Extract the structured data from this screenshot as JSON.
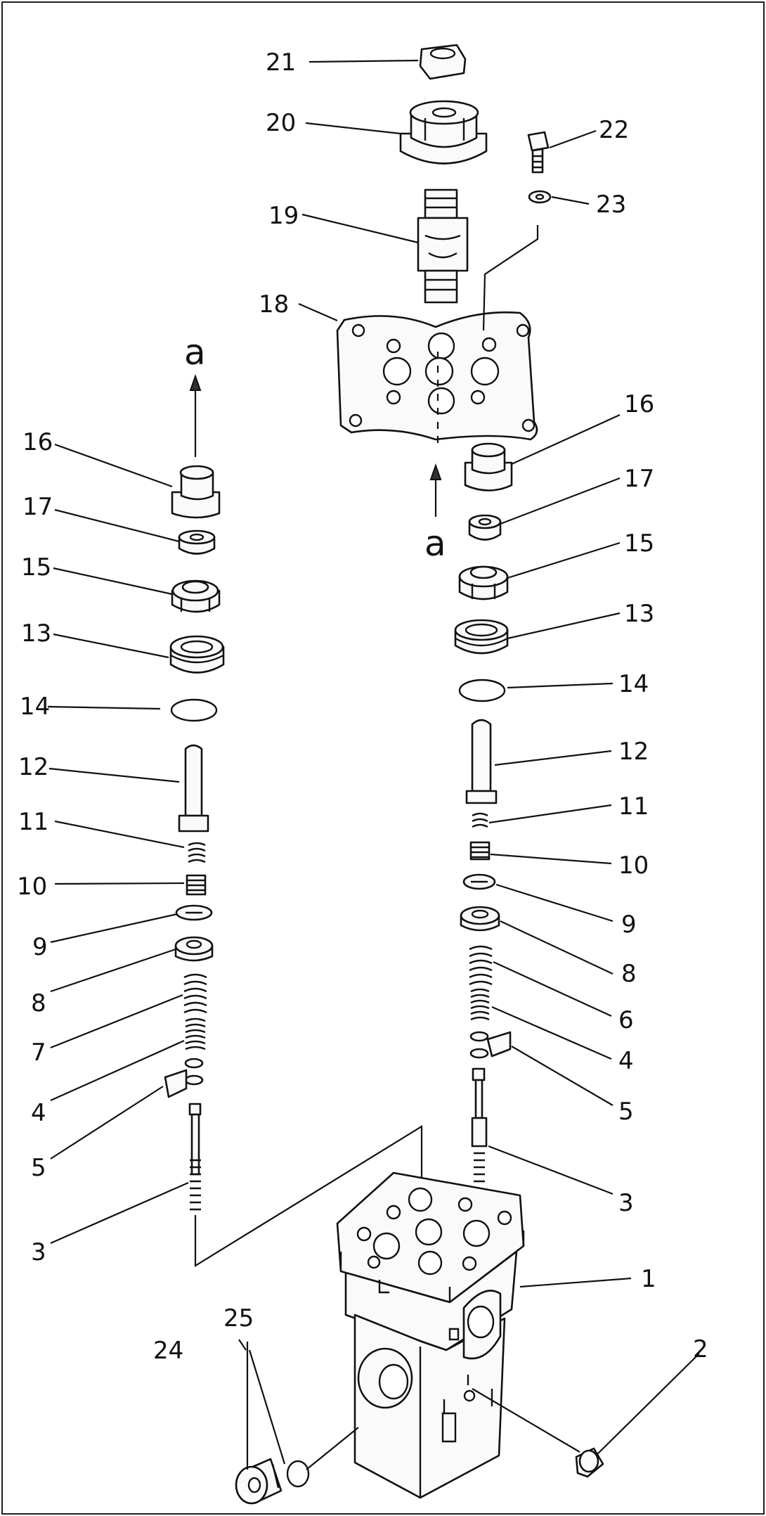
{
  "diagram": {
    "view_marker": "a",
    "callouts": {
      "c1": "1",
      "c2": "2",
      "c3": "3",
      "c4": "4",
      "c5": "5",
      "c6": "6",
      "c7": "7",
      "c8": "8",
      "c9": "9",
      "c10": "10",
      "c11": "11",
      "c12": "12",
      "c13": "13",
      "c14": "14",
      "c15": "15",
      "c16": "16",
      "c17": "17",
      "c18": "18",
      "c19": "19",
      "c20": "20",
      "c21": "21",
      "c22": "22",
      "c23": "23",
      "c24": "24",
      "c25": "25"
    }
  }
}
